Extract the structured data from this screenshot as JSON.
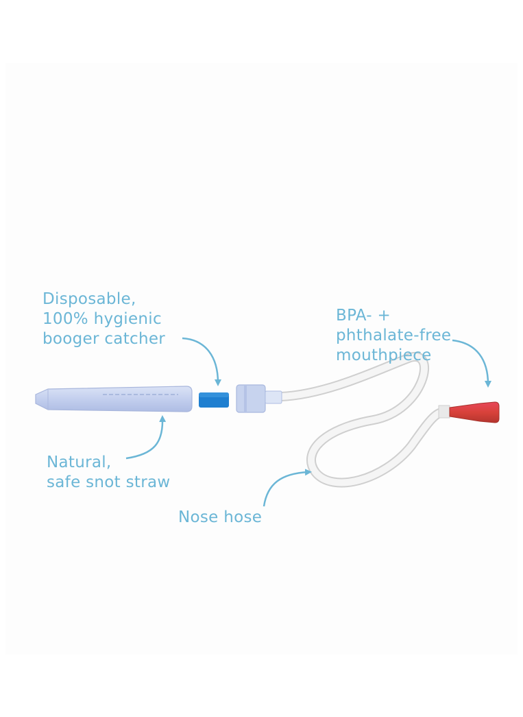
{
  "callouts": {
    "catcher": [
      "Disposable,",
      "100% hygienic",
      "booger catcher"
    ],
    "mouthpiece": [
      "BPA- +",
      "phthalate-free",
      "mouthpiece"
    ],
    "straw": [
      "Natural,",
      "safe snot straw"
    ],
    "hose": [
      "Nose hose"
    ]
  },
  "colors": {
    "label_text": "#6bb6d6",
    "straw_body": "#c7d3ee",
    "filter": "#1f7fd0",
    "mouthpiece": "#d9473a",
    "hose": "#f2f2f2",
    "arrow": "#6bb6d6"
  }
}
